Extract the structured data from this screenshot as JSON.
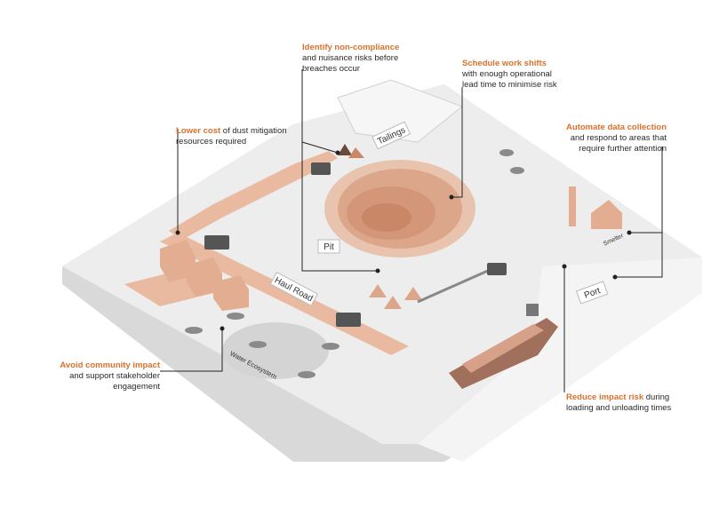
{
  "callouts": {
    "non_compliance": {
      "highlight": "Identify non-compliance",
      "rest": "and nuisance risks before breaches occur"
    },
    "work_shifts": {
      "highlight": "Schedule work shifts",
      "rest": "with enough operational lead time to minimise risk"
    },
    "lower_cost": {
      "highlight": "Lower cost",
      "rest": "of dust mitigation resources required"
    },
    "automate": {
      "highlight": "Automate data collection",
      "rest": "and respond to areas that require further attention"
    },
    "community": {
      "highlight": "Avoid community impact",
      "rest": "and support stakeholder engagement"
    },
    "impact_risk": {
      "highlight": "Reduce impact risk",
      "rest": "during loading and unloading times"
    }
  },
  "places": {
    "tailings": "Tailings",
    "pit": "Pit",
    "haul_road": "Haul Road",
    "port": "Port",
    "smelter": "Smelter",
    "water": "Water Ecosystem"
  },
  "colors": {
    "accent": "#d9712c",
    "ground": "#ededed",
    "road": "#e9b9a0",
    "pit": "#dca68a",
    "water": "#cfcfcf"
  }
}
